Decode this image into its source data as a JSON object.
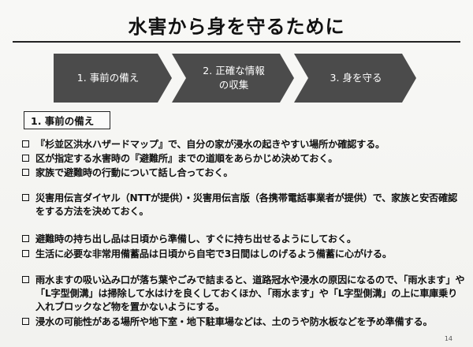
{
  "title": "水害から身を守るために",
  "steps": [
    {
      "label": "1. 事前の備え"
    },
    {
      "label": "2. 正確な情報\nの収集"
    },
    {
      "label": "3. 身を守る"
    }
  ],
  "section_heading": "1. 事前の備え",
  "bullets": [
    {
      "text": "『杉並区洪水ハザードマップ』で、自分の家が浸水の起きやすい場所か確認する。"
    },
    {
      "text": "区が指定する水害時の『避難所』までの道順をあらかじめ決めておく。"
    },
    {
      "text": "家族で避難時の行動について話し合っておく。"
    },
    {
      "text": "災害用伝言ダイヤル（NTTが提供）・災害用伝言版（各携帯電話事業者が提供）で、家族と安否確認をする方法を決めておく。"
    },
    {
      "text": "避難時の持ち出し品は日頃から準備し、すぐに持ち出せるようにしておく。"
    },
    {
      "text": "生活に必要な非常用備蓄品は日頃から自宅で3日間はしのげるよう備蓄に心がける。"
    },
    {
      "text": "雨水ますの吸い込み口が落ち葉やごみで詰まると、道路冠水や浸水の原因になるので、「雨水ます」や「L字型側溝」は掃除して水はけを良くしておくほか、「雨水ます」や「L字型側溝」の上に車庫乗り入れブロックなど物を置かないようにする。"
    },
    {
      "text": "浸水の可能性がある場所や地下室・地下駐車場などは、土のうや防水板などを予め準備する。"
    }
  ],
  "page_number": "14",
  "colors": {
    "arrow_fill": "#4b4b4b",
    "arrow_dark": "#333333"
  }
}
